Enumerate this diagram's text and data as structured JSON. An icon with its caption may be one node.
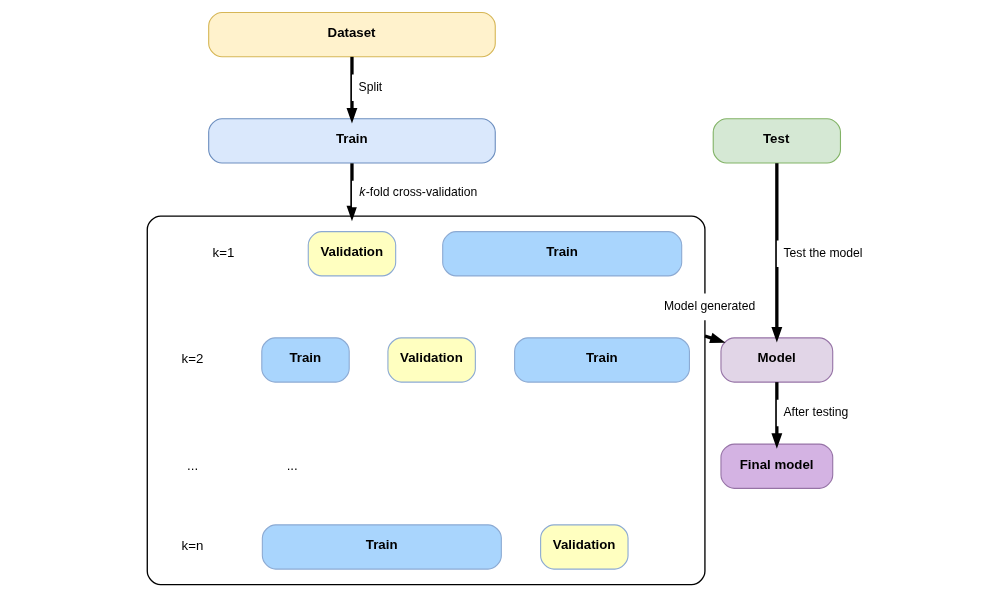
{
  "diagram": {
    "nodes": [
      {
        "text": [
          "Dataset"
        ]
      },
      {
        "text": [
          "Train"
        ]
      },
      {
        "text": [
          "Test"
        ]
      },
      {
        "text": [],
        "shape": "box"
      },
      {
        "text": [
          "Validation"
        ],
        "in": 3
      },
      {
        "text": [
          "Train"
        ],
        "in": 3
      },
      {
        "text": [
          "Train"
        ],
        "in": 3
      },
      {
        "text": [
          "Validation"
        ],
        "in": 3
      },
      {
        "text": [
          "Train"
        ],
        "in": 3
      },
      {
        "text": [
          "Train"
        ],
        "in": 3
      },
      {
        "text": [
          "Validation"
        ],
        "in": 3
      },
      {
        "text": [
          "Model"
        ]
      },
      {
        "text": [
          "Final model"
        ]
      }
    ],
    "edges": [
      {
        "from": 0,
        "to": 1,
        "arrow": "to",
        "label": "Split"
      },
      {
        "from": 1,
        "to": 3,
        "arrow": "to",
        "label": "*k*-fold cross-validation"
      },
      {
        "from": 2,
        "to": 11,
        "arrow": "to",
        "label": "Test the model"
      },
      {
        "from": 3,
        "to": 11,
        "arrow": "to",
        "label": "Model generated"
      },
      {
        "from": 11,
        "to": 12,
        "arrow": "to",
        "label": "After testing"
      }
    ],
    "labels": [
      "k=1",
      "k=2",
      "...",
      "...",
      "k=n"
    ]
  }
}
